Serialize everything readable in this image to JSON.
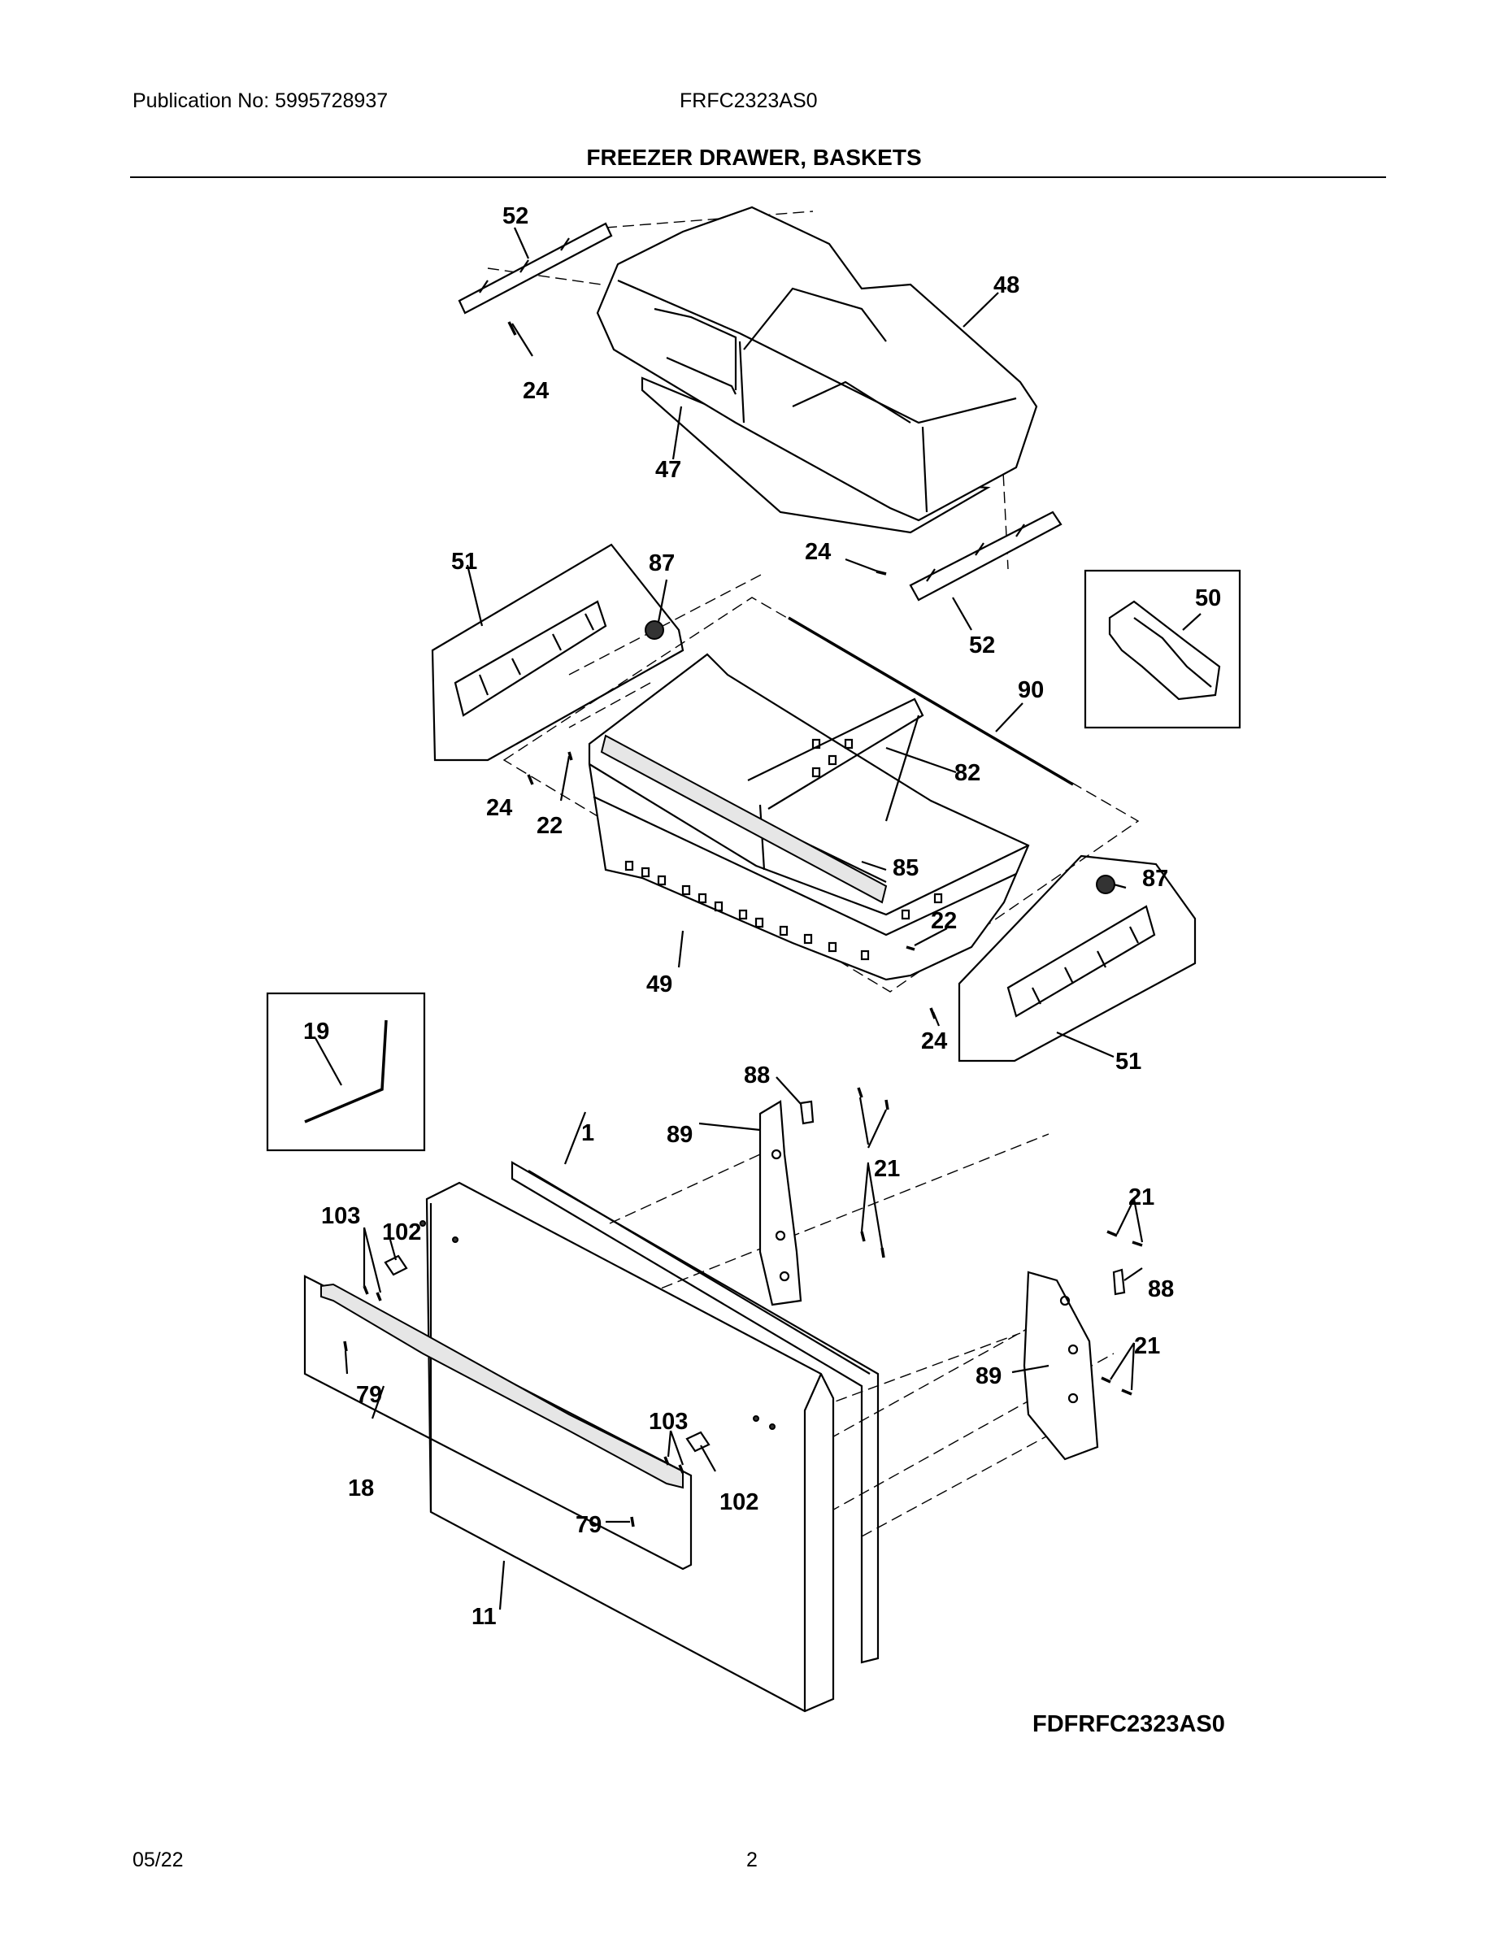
{
  "header": {
    "publication": "Publication No: 5995728937",
    "model": "FRFC2323AS0",
    "title": "FREEZER DRAWER, BASKETS"
  },
  "diagram": {
    "callouts": [
      {
        "id": "c-52a",
        "text": "52"
      },
      {
        "id": "c-48",
        "text": "48"
      },
      {
        "id": "c-24a",
        "text": "24"
      },
      {
        "id": "c-47",
        "text": "47"
      },
      {
        "id": "c-24b",
        "text": "24"
      },
      {
        "id": "c-52b",
        "text": "52"
      },
      {
        "id": "c-51a",
        "text": "51"
      },
      {
        "id": "c-87a",
        "text": "87"
      },
      {
        "id": "c-50",
        "text": "50"
      },
      {
        "id": "c-90",
        "text": "90"
      },
      {
        "id": "c-82",
        "text": "82"
      },
      {
        "id": "c-24c",
        "text": "24"
      },
      {
        "id": "c-22a",
        "text": "22"
      },
      {
        "id": "c-85",
        "text": "85"
      },
      {
        "id": "c-87b",
        "text": "87"
      },
      {
        "id": "c-22b",
        "text": "22"
      },
      {
        "id": "c-49",
        "text": "49"
      },
      {
        "id": "c-24d",
        "text": "24"
      },
      {
        "id": "c-51b",
        "text": "51"
      },
      {
        "id": "c-19",
        "text": "19"
      },
      {
        "id": "c-88a",
        "text": "88"
      },
      {
        "id": "c-89a",
        "text": "89"
      },
      {
        "id": "c-1",
        "text": "1"
      },
      {
        "id": "c-21a",
        "text": "21"
      },
      {
        "id": "c-21b",
        "text": "21"
      },
      {
        "id": "c-103a",
        "text": "103"
      },
      {
        "id": "c-102a",
        "text": "102"
      },
      {
        "id": "c-88b",
        "text": "88"
      },
      {
        "id": "c-79a",
        "text": "79"
      },
      {
        "id": "c-21c",
        "text": "21"
      },
      {
        "id": "c-89b",
        "text": "89"
      },
      {
        "id": "c-103b",
        "text": "103"
      },
      {
        "id": "c-18",
        "text": "18"
      },
      {
        "id": "c-102b",
        "text": "102"
      },
      {
        "id": "c-79b",
        "text": "79"
      },
      {
        "id": "c-11",
        "text": "11"
      }
    ],
    "figure_code": "FDFRFC2323AS0"
  },
  "footer": {
    "date": "05/22",
    "page": "2"
  }
}
